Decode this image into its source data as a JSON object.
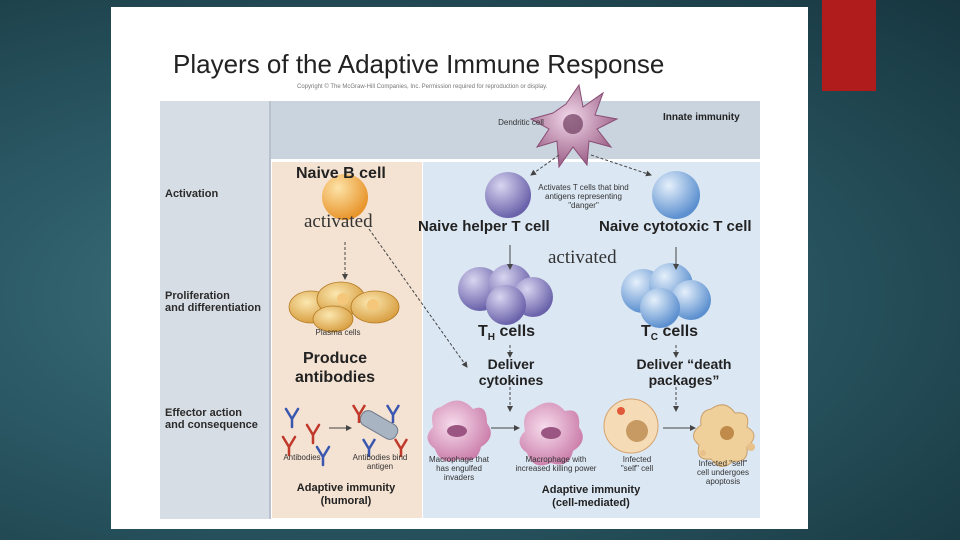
{
  "slide": {
    "title": "Players of the Adaptive Immune Response",
    "copyright": "Copyright © The McGraw-Hill Companies, Inc. Permission required for reproduction or display."
  },
  "stages": {
    "activation": "Activation",
    "proliferation": "Proliferation\nand differentiation",
    "effector": "Effector action\nand consequence"
  },
  "innate": {
    "label": "Innate immunity",
    "dendritic_cell": "Dendritic cell"
  },
  "cells": {
    "naive_b": "Naive B cell",
    "naive_helper_t": "Naive helper T cell",
    "naive_cytotoxic_t": "Naive cytotoxic T cell",
    "activated_b": "activated",
    "activated_t": "activated",
    "activates_note": "Activates T cells that bind antigens representing \"danger\"",
    "plasma_cells": "Plasma cells",
    "th_cells_main": "T",
    "th_cells_sub": "H",
    "th_cells_rest": " cells",
    "tc_cells_main": "T",
    "tc_cells_sub": "C",
    "tc_cells_rest": " cells"
  },
  "effects": {
    "produce_antibodies": "Produce\nantibodies",
    "deliver_cytokines": "Deliver\ncytokines",
    "deliver_death": "Deliver “death\npackages”",
    "antibodies": "Antibodies",
    "antibodies_bind": "Antibodies bind\nantigen",
    "macrophage_engulfed": "Macrophage that\nhas engulfed\ninvaders",
    "macrophage_killing": "Macrophage with\nincreased killing power",
    "infected_self": "Infected\n\"self\" cell",
    "infected_apoptosis": "Infected \"self\"\ncell undergoes\napoptosis"
  },
  "panels": {
    "humoral": "Adaptive immunity\n(humoral)",
    "cell_mediated": "Adaptive immunity\n(cell-mediated)"
  },
  "colors": {
    "accent_red": "#b01c1c",
    "humoral_bg": "#f4e2d2",
    "cell_mediated_bg": "#dbe7f3",
    "innate_bg": "#c9d4de",
    "b_cell": "#f0a640",
    "helper_t": "#7d77b8",
    "cytotoxic_t": "#6ea0d6",
    "dendritic": "#b0779e",
    "macrophage": "#d79ac0"
  }
}
